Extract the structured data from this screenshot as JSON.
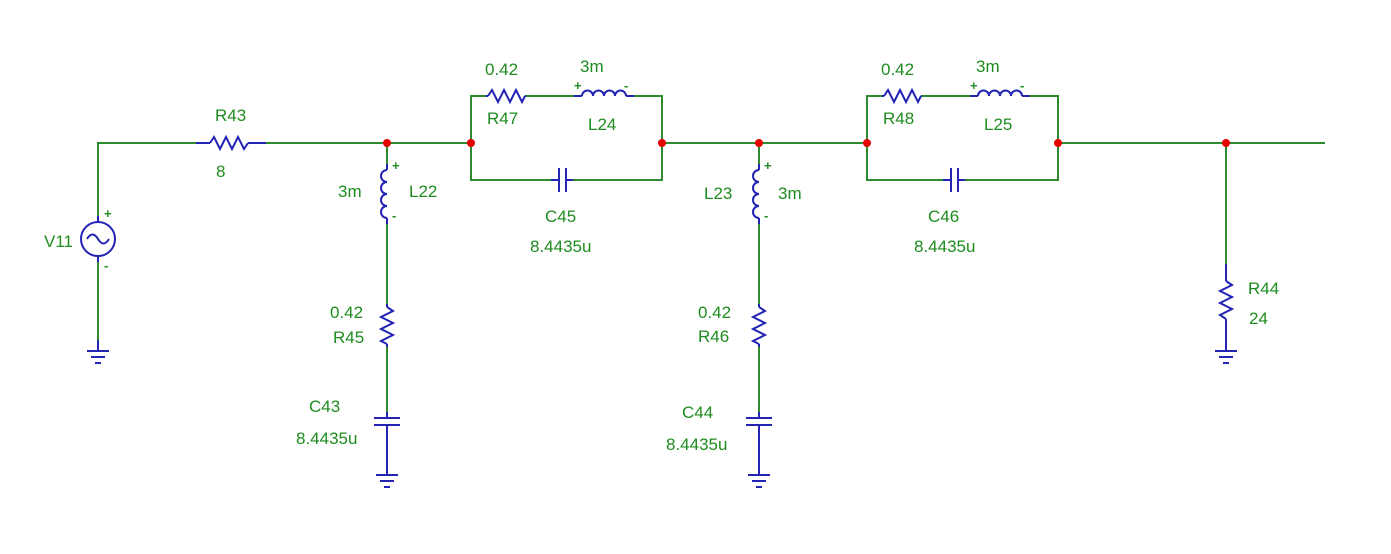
{
  "colors": {
    "wire": "#2d8a2d",
    "component": "#2323b4",
    "junction": "#e60000",
    "label": "#1e8c1e"
  },
  "components": {
    "V11": {
      "ref": "V11",
      "plus": "+",
      "minus": "-"
    },
    "R43": {
      "ref": "R43",
      "value": "8"
    },
    "L22": {
      "ref": "L22",
      "value": "3m",
      "plus": "+",
      "minus": "-"
    },
    "R45": {
      "ref": "R45",
      "value": "0.42"
    },
    "C43": {
      "ref": "C43",
      "value": "8.4435u"
    },
    "R47": {
      "ref": "R47",
      "value": "0.42"
    },
    "L24": {
      "ref": "L24",
      "value": "3m",
      "plus": "+",
      "minus": "-"
    },
    "C45": {
      "ref": "C45",
      "value": "8.4435u"
    },
    "L23": {
      "ref": "L23",
      "value": "3m",
      "plus": "+",
      "minus": "-"
    },
    "R46": {
      "ref": "R46",
      "value": "0.42"
    },
    "C44": {
      "ref": "C44",
      "value": "8.4435u"
    },
    "R48": {
      "ref": "R48",
      "value": "0.42"
    },
    "L25": {
      "ref": "L25",
      "value": "3m",
      "plus": "+",
      "minus": "-"
    },
    "C46": {
      "ref": "C46",
      "value": "8.4435u"
    },
    "R44": {
      "ref": "R44",
      "value": "24"
    }
  }
}
